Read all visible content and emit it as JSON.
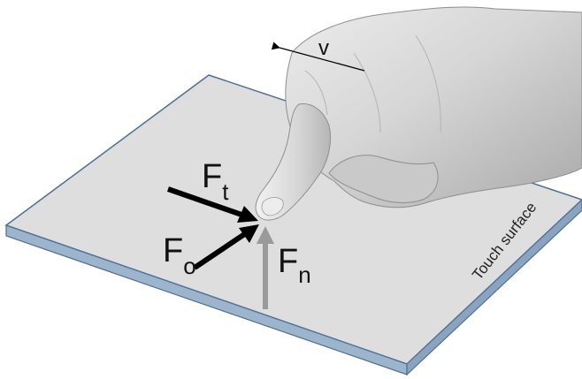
{
  "labels": {
    "velocity": "v",
    "tangential_force": {
      "main": "F",
      "sub": "t"
    },
    "overall_force": {
      "main": "F",
      "sub": "o"
    },
    "normal_force": {
      "main": "F",
      "sub": "n"
    },
    "surface": "Touch surface"
  },
  "colors": {
    "surface_top": "#dedede",
    "surface_edge_front": "#9cb4cc",
    "surface_edge_side": "#8aa4bf",
    "surface_outline": "#4f6f93",
    "arrow_dark": "#000000",
    "arrow_normal": "#9a9a9a",
    "hand": "#d8d8d8"
  },
  "icons": {
    "hand": "hand-pointing-icon"
  }
}
